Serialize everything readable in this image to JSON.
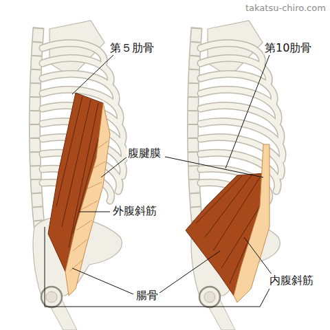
{
  "diagram": {
    "labels": [
      "takatsu-chiro.com",
      "第５肋骨",
      "第10肋骨",
      "腹腱膜",
      "外腹斜筋",
      "腸骨",
      "内腹斜筋"
    ]
  }
}
